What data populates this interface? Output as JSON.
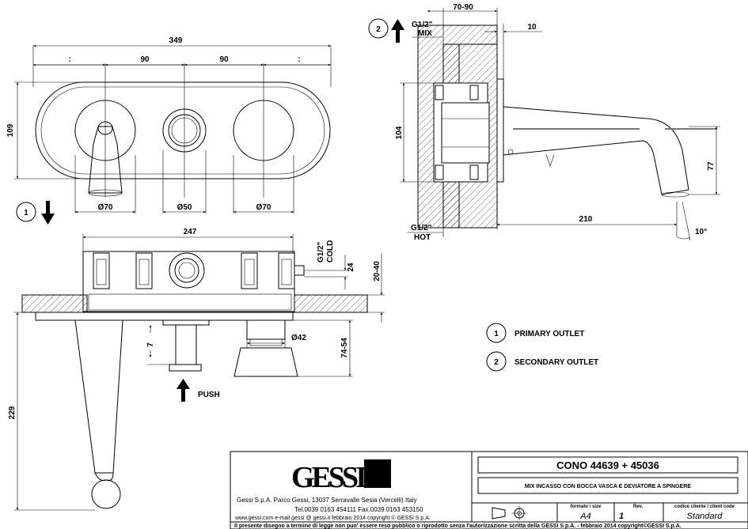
{
  "dimensions": {
    "overall_width": "349",
    "spacing_left": ":",
    "spacing_mid1": "90",
    "spacing_mid2": "90",
    "spacing_right": ":",
    "height": "109",
    "dia_left": "Ø70",
    "dia_center": "Ø50",
    "dia_right": "Ø70",
    "plan_width": "247",
    "cold_label_1": "G1/2\"",
    "cold_label_2": "COLD",
    "dim_24": "24",
    "dim_20_40": "20-40",
    "dim_7": "7",
    "dim_42": "Ø42",
    "dim_74_54": "74-54",
    "dim_229": "229",
    "push": "PUSH",
    "side_70_90": "70-90",
    "side_10": "10",
    "side_mix_1": "G1/2\"",
    "side_mix_2": "MIX",
    "side_104": "104",
    "side_hot_1": "G1/2\"",
    "side_hot_2": "HOT",
    "side_210": "210",
    "side_77": "77",
    "side_10deg": "10°"
  },
  "markers": {
    "marker1": "1",
    "marker2": "2"
  },
  "legend": [
    {
      "num": "1",
      "label": "PRIMARY  OUTLET"
    },
    {
      "num": "2",
      "label": "SECONDARY  OUTLET"
    }
  ],
  "title_block": {
    "logo": "GESSI",
    "company": "Gessi S.p.A. Parco Gessi, 13037 Serravalle Sesia (Vercelli) Italy",
    "phone": "Tel.0039  0163  454111  Fax.0039  0163  453150",
    "web": "www.gessi.com  e-mail  gessi @ gessi.it   febbraio  2014   copyright © GESSI  S.p.A.",
    "product": "CONO  44639 + 45036",
    "description": "MIX INCASSO CON BOCCA VASCA E DEVIATORE A SPINGERE",
    "hdr_format": "formato / size",
    "hdr_rev": "Rev.",
    "hdr_client": "codice cliente / client code",
    "format": "A4",
    "rev": "1",
    "client": "Standard",
    "disclaimer": "Il  presente  disegno  a  termine  di  legge  non  puo'  essere  reso  pubblico  o  riprodotto  senza  l'autorizzazione  scritta  della  GESSI  S.p.A.  -  febbraio  2014   copyright©GESSI  S.p.A."
  }
}
